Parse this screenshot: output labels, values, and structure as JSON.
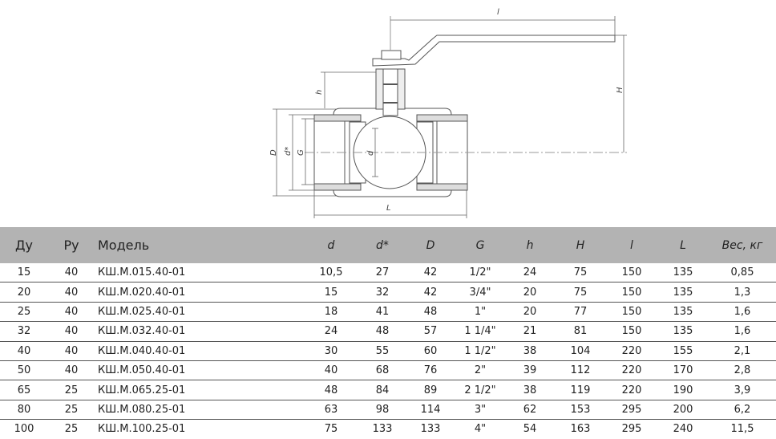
{
  "drawing": {
    "labels": {
      "l_top": "l",
      "H": "H",
      "h": "h",
      "D": "D",
      "d_star": "d*",
      "G": "G",
      "d": "d",
      "L": "L"
    }
  },
  "table": {
    "headers": [
      "Ду",
      "Ру",
      "Модель",
      "d",
      "d*",
      "D",
      "G",
      "h",
      "H",
      "l",
      "L",
      "Вес, кг"
    ],
    "rows": [
      [
        "15",
        "40",
        "КШ.М.015.40-01",
        "10,5",
        "27",
        "42",
        "1/2\"",
        "24",
        "75",
        "150",
        "135",
        "0,85"
      ],
      [
        "20",
        "40",
        "КШ.М.020.40-01",
        "15",
        "32",
        "42",
        "3/4\"",
        "20",
        "75",
        "150",
        "135",
        "1,3"
      ],
      [
        "25",
        "40",
        "КШ.М.025.40-01",
        "18",
        "41",
        "48",
        "1\"",
        "20",
        "77",
        "150",
        "135",
        "1,6"
      ],
      [
        "32",
        "40",
        "КШ.М.032.40-01",
        "24",
        "48",
        "57",
        "1 1/4\"",
        "21",
        "81",
        "150",
        "135",
        "1,6"
      ],
      [
        "40",
        "40",
        "КШ.М.040.40-01",
        "30",
        "55",
        "60",
        "1 1/2\"",
        "38",
        "104",
        "220",
        "155",
        "2,1"
      ],
      [
        "50",
        "40",
        "КШ.М.050.40-01",
        "40",
        "68",
        "76",
        "2\"",
        "39",
        "112",
        "220",
        "170",
        "2,8"
      ],
      [
        "65",
        "25",
        "КШ.М.065.25-01",
        "48",
        "84",
        "89",
        "2 1/2\"",
        "38",
        "119",
        "220",
        "190",
        "3,9"
      ],
      [
        "80",
        "25",
        "КШ.М.080.25-01",
        "63",
        "98",
        "114",
        "3\"",
        "62",
        "153",
        "295",
        "200",
        "6,2"
      ],
      [
        "100",
        "25",
        "КШ.М.100.25-01",
        "75",
        "133",
        "133",
        "4\"",
        "54",
        "163",
        "295",
        "240",
        "11,5"
      ]
    ]
  }
}
